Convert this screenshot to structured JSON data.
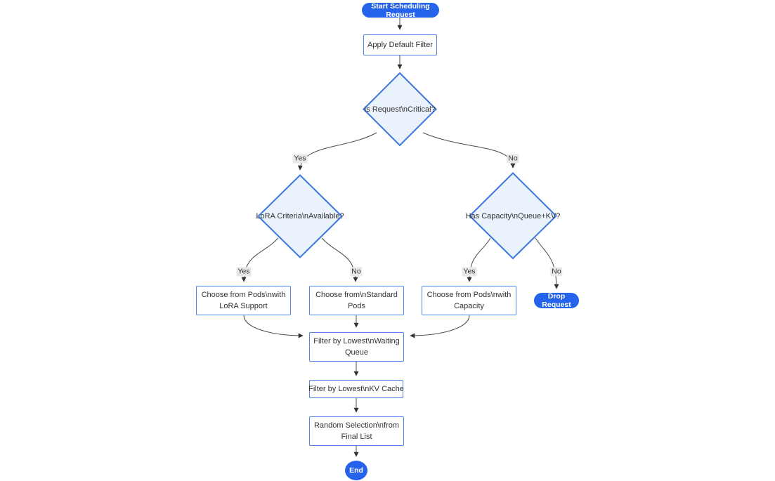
{
  "diagram": {
    "type": "flowchart",
    "nodes": {
      "start": {
        "label": "Start Scheduling Request",
        "shape": "pill"
      },
      "apply_filter": {
        "label": "Apply Default Filter",
        "shape": "rect"
      },
      "is_critical": {
        "label": "Is Request\\nCritical?",
        "shape": "diamond"
      },
      "lora_criteria": {
        "label": "LoRA Criteria\\nAvailable?",
        "shape": "diamond"
      },
      "has_capacity": {
        "label": "Has Capacity\\nQueue+KV?",
        "shape": "diamond"
      },
      "choose_lora": {
        "label": "Choose from Pods\\nwith LoRA Support",
        "shape": "rect"
      },
      "choose_standard": {
        "label": "Choose from\\nStandard Pods",
        "shape": "rect"
      },
      "choose_capacity": {
        "label": "Choose from Pods\\nwith Capacity",
        "shape": "rect"
      },
      "drop_request": {
        "label": "Drop Request",
        "shape": "pill"
      },
      "filter_waiting": {
        "label": "Filter by Lowest\\nWaiting Queue",
        "shape": "rect"
      },
      "filter_kv": {
        "label": "Filter by Lowest\\nKV Cache",
        "shape": "rect"
      },
      "random_selection": {
        "label": "Random Selection\\nfrom Final List",
        "shape": "rect"
      },
      "end": {
        "label": "End",
        "shape": "circle"
      }
    },
    "edge_labels": {
      "critical_yes": "Yes",
      "critical_no": "No",
      "lora_yes": "Yes",
      "lora_no": "No",
      "capacity_yes": "Yes",
      "capacity_no": "No"
    },
    "colors": {
      "pill_fill": "#2563eb",
      "pill_text": "#ffffff",
      "diamond_fill": "#eaf2fb",
      "diamond_border": "#3b76e0",
      "rect_fill": "#ffffff",
      "rect_border": "#4f86ec",
      "node_text": "#333333",
      "edge_line": "#4a4a4a",
      "edge_label_bg": "#e8e8e8"
    }
  }
}
